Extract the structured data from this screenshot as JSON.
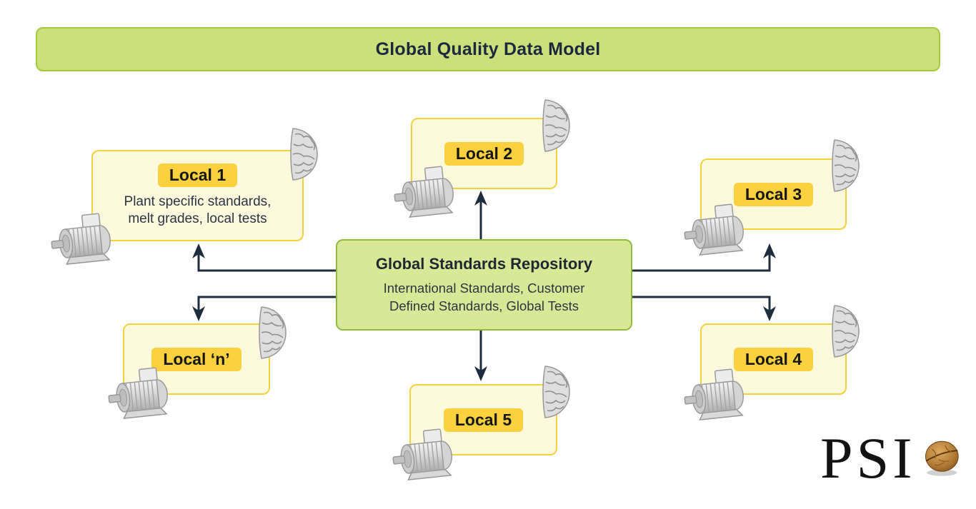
{
  "diagram": {
    "title": "Global Quality Data Model",
    "repository": {
      "title": "Global Standards Repository",
      "subtitle": "International Standards, Customer Defined Standards, Global Tests"
    },
    "locals": [
      {
        "label": "Local 1",
        "description": "Plant specific standards, melt grades, local tests"
      },
      {
        "label": "Local 2"
      },
      {
        "label": "Local 3"
      },
      {
        "label": "Local ‘n’"
      },
      {
        "label": "Local 4"
      },
      {
        "label": "Local 5"
      }
    ],
    "connections": [
      "repository-to-local-1",
      "repository-to-local-2",
      "repository-to-local-3",
      "repository-to-local-n",
      "repository-to-local-4",
      "repository-to-local-5"
    ],
    "logo": {
      "text": "PSI",
      "mark": "walnut-icon"
    },
    "icons": {
      "motor": "electric-motor-icon",
      "brain": "half-brain-icon"
    },
    "colors": {
      "banner_fill": "#cbdf7a",
      "banner_border": "#a4c93c",
      "repository_fill": "#d9e897",
      "repository_border": "#8fbe3a",
      "local_fill": "#fdf9dc",
      "local_border": "#f3d23c",
      "badge_fill": "#fbd23e",
      "arrow": "#1d2c3e",
      "heading_text": "#1b2940",
      "body_text": "#2b3542"
    }
  }
}
